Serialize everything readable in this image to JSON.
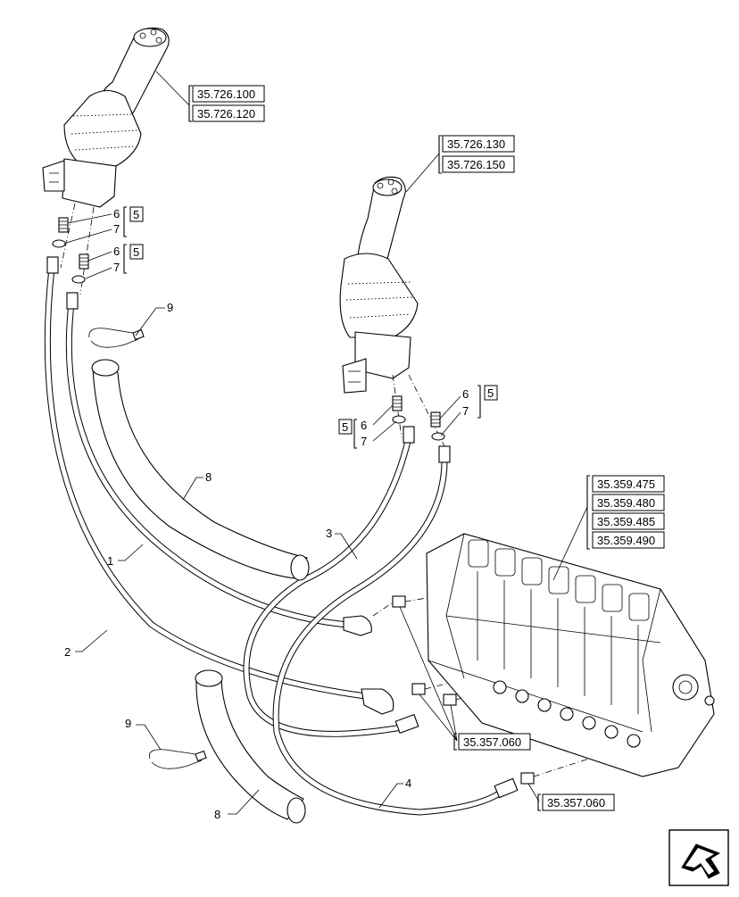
{
  "refs": {
    "joystick_left": [
      "35.726.100",
      "35.726.120"
    ],
    "joystick_right": [
      "35.726.130",
      "35.726.150"
    ],
    "valve_block": [
      "35.359.475",
      "35.359.480",
      "35.359.485",
      "35.359.490"
    ],
    "fitting_ref_a": "35.357.060",
    "fitting_ref_b": "35.357.060"
  },
  "callouts": {
    "fitting_left_a": "6",
    "oring_left_a": "7",
    "fitting_left_b": "6",
    "oring_left_b": "7",
    "fitting_right_a": "6",
    "oring_right_a": "7",
    "fitting_right_b": "6",
    "oring_right_b": "7",
    "boxed_qty": "5",
    "tie_upper": "9",
    "tie_lower": "9",
    "sleeve_upper": "8",
    "sleeve_lower": "8",
    "hose_1": "1",
    "hose_2": "2",
    "hose_3": "3",
    "hose_4": "4"
  },
  "nav_icon": "arrow-navigation-icon"
}
